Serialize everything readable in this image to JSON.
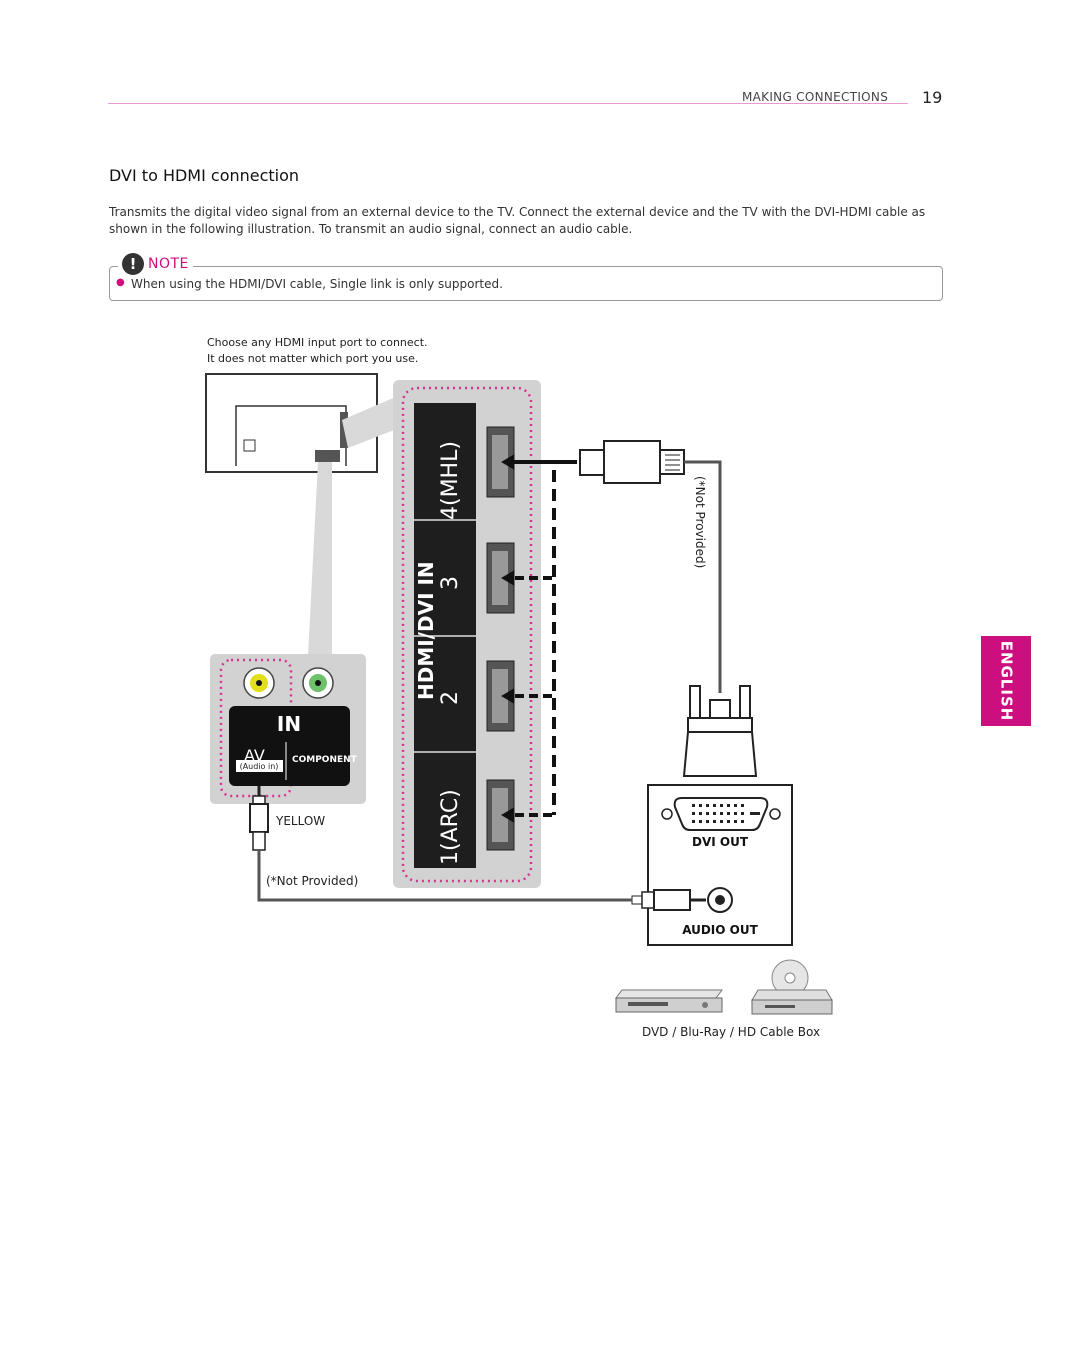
{
  "header": {
    "section": "MAKING CONNECTIONS",
    "page_number": "19"
  },
  "title": "DVI to HDMI connection",
  "intro": "Transmits the digital video signal from an external device to the TV. Connect the external device and the TV with the DVI-HDMI cable as shown in the following illustration. To transmit an audio signal, connect an audio cable.",
  "note": {
    "label": "NOTE",
    "items": [
      "When using the HDMI/DVI cable, Single link is only supported."
    ]
  },
  "diagram": {
    "caption_line1": "Choose any HDMI input port to connect.",
    "caption_line2": "It does not matter which port you use.",
    "hdmi_panel_label": "HDMI/DVI IN",
    "port_labels": [
      "1(ARC)",
      "2",
      "3",
      "4(MHL)"
    ],
    "av_panel": {
      "in_label": "IN",
      "av_label": "AV",
      "audio_in_label": "(Audio in)",
      "component_label": "COMPONENT"
    },
    "yellow_label": "YELLOW",
    "not_provided_audio": "(*Not Provided)",
    "not_provided_hdmi": "(*Not Provided)",
    "dvi_out_label": "DVI OUT",
    "audio_out_label": "AUDIO OUT",
    "devices_label": "DVD / Blu-Ray / HD Cable Box"
  },
  "sidebar": {
    "language_tab": "ENGLISH"
  },
  "colors": {
    "accent": "#cc0f7e",
    "panel_gray": "#cfcfcf",
    "dotted_border": "#d4368f"
  }
}
